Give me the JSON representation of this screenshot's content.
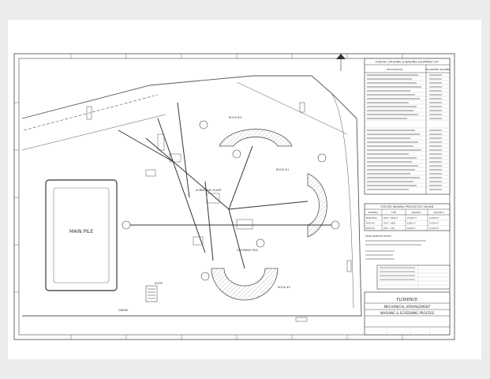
{
  "drawing": {
    "main_pile_label": "MAIN PILE",
    "labels": {
      "conveyor_system": "FCRCHEC CRUSHING & WASHING EQUIPMENT LIST",
      "equipment_header_desc": "DESCRIPTION",
      "equipment_header_num": "EQUIPMENT NUMBER",
      "process_header": "FCRCHEC WASHING PROCESS PILE VOLUME",
      "process_cols": [
        "MATERIAL",
        "TYPE",
        "VOLUME 1",
        "VOLUME 2"
      ],
      "process_rows": [
        [
          "MAIN ROCK",
          "2025 - 3/4X1/4",
          "25,000 CY",
          "10,000 CY"
        ],
        [
          "ROCK #1",
          "2025 - 3/8X1",
          "6,000 CY",
          "14,000 CY"
        ],
        [
          "ROCK #2",
          "2025 - 1/2X",
          "8,000 CY",
          "12,000 CY"
        ]
      ],
      "process_note_1": "MAIN REMOVE NOTES",
      "title_company": "FLORENCE",
      "title_sub": "MECHANICAL ARRANGEMENT",
      "title_detail": "WASHING & SCREENING PROCESS",
      "rock_pile_1": "ROCK #1",
      "rock_pile_2": "ROCK #2",
      "rock_pile_3": "ROCK #3",
      "crushing_pile": "CRUSHING PILE",
      "screening_plant": "SCREENING PLANT",
      "grade_label": "GRADE",
      "shop_label": "SHOP"
    }
  }
}
